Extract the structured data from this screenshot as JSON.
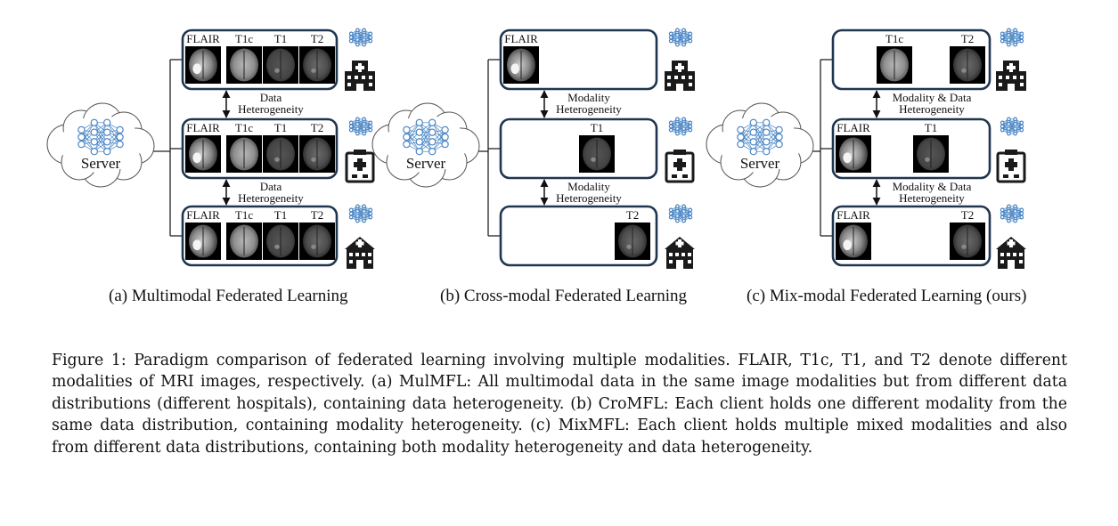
{
  "server_label": "Server",
  "modalities": [
    "FLAIR",
    "T1c",
    "T1",
    "T2"
  ],
  "panels": [
    {
      "caption": "(a) Multimodal Federated Learning",
      "clients": [
        {
          "modalities": [
            "FLAIR",
            "T1c",
            "T1",
            "T2"
          ],
          "hospital_icon": "hospital-building-icon"
        },
        {
          "modalities": [
            "FLAIR",
            "T1c",
            "T1",
            "T2"
          ],
          "hospital_icon": "clinic-icon"
        },
        {
          "modalities": [
            "FLAIR",
            "T1c",
            "T1",
            "T2"
          ],
          "hospital_icon": "hospital-cross-icon"
        }
      ],
      "arrows": [
        {
          "line1": "Data",
          "line2": "Heterogeneity"
        },
        {
          "line1": "Data",
          "line2": "Heterogeneity"
        }
      ]
    },
    {
      "caption": "(b) Cross-modal Federated Learning",
      "clients": [
        {
          "modalities": [
            "FLAIR"
          ],
          "hospital_icon": "hospital-building-icon"
        },
        {
          "modalities": [
            "T1"
          ],
          "hospital_icon": "clinic-icon"
        },
        {
          "modalities": [
            "T2"
          ],
          "hospital_icon": "hospital-cross-icon"
        }
      ],
      "arrows": [
        {
          "line1": "Modality",
          "line2": "Heterogeneity"
        },
        {
          "line1": "Modality",
          "line2": "Heterogeneity"
        }
      ]
    },
    {
      "caption": "(c) Mix-modal Federated Learning (ours)",
      "clients": [
        {
          "modalities": [
            "T1c",
            "T2"
          ],
          "hospital_icon": "hospital-building-icon"
        },
        {
          "modalities": [
            "FLAIR",
            "T1"
          ],
          "hospital_icon": "clinic-icon"
        },
        {
          "modalities": [
            "FLAIR",
            "T2"
          ],
          "hospital_icon": "hospital-cross-icon"
        }
      ],
      "arrows": [
        {
          "line1": "Modality & Data",
          "line2": "Heterogeneity"
        },
        {
          "line1": "Modality & Data",
          "line2": "Heterogeneity"
        }
      ]
    }
  ],
  "figure_caption": "Figure 1: Paradigm comparison of federated learning involving multiple modalities. FLAIR, T1c, T1, and T2 denote different modalities of MRI images, respectively. (a) MulMFL: All multimodal data in the same image modalities but from different data distributions (different hospitals), containing data heterogeneity. (b) CroMFL: Each client holds one different modality from the same data distribution, containing modality heterogeneity. (c) MixMFL: Each client holds multiple mixed modalities and also from different data distributions, containing both modality heterogeneity and data heterogeneity.",
  "colors": {
    "box_border": "#1f3550",
    "network": "#4a86c5",
    "icon": "#1a1a1a"
  }
}
